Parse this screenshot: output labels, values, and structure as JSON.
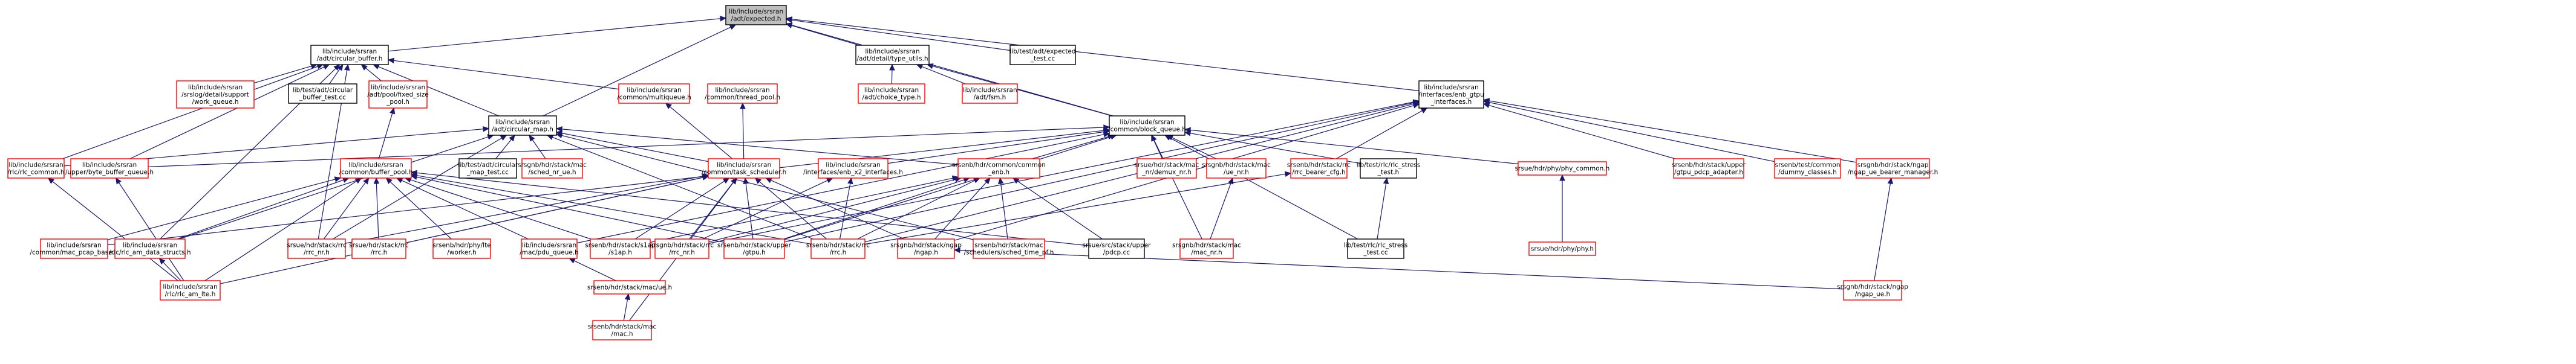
{
  "colors": {
    "root_fill": "#bfbfbf",
    "root_border": "#000000",
    "normal_border": "#000000",
    "missing_border": "#ff0000",
    "node_fill": "#ffffff",
    "edge": "#191970",
    "text": "#000000"
  },
  "nodes": [
    {
      "id": "expected",
      "lines": [
        "lib/include/srsran",
        "/adt/expected.h"
      ],
      "kind": "root"
    },
    {
      "id": "circbuf",
      "lines": [
        "lib/include/srsran",
        "/adt/circular_buffer.h"
      ],
      "kind": "normal"
    },
    {
      "id": "typeutils",
      "lines": [
        "lib/include/srsran",
        "/adt/detail/type_utils.h"
      ],
      "kind": "normal"
    },
    {
      "id": "exptest",
      "lines": [
        "lib/test/adt/expected",
        "_test.cc"
      ],
      "kind": "normal"
    },
    {
      "id": "blockqueue",
      "lines": [
        "lib/include/srsran",
        "/common/block_queue.h"
      ],
      "kind": "normal"
    },
    {
      "id": "enbgtpu",
      "lines": [
        "lib/include/srsran",
        "/interfaces/enb_gtpu",
        "_interfaces.h"
      ],
      "kind": "normal"
    },
    {
      "id": "workqueue",
      "lines": [
        "lib/include/srsran",
        "/srslog/detail/support",
        "/work_queue.h"
      ],
      "kind": "missing"
    },
    {
      "id": "circbuftest",
      "lines": [
        "lib/test/adt/circular",
        "_buffer_test.cc"
      ],
      "kind": "normal"
    },
    {
      "id": "fixedpool",
      "lines": [
        "lib/include/srsran",
        "/adt/pool/fixed_size",
        "_pool.h"
      ],
      "kind": "missing"
    },
    {
      "id": "circmap",
      "lines": [
        "lib/include/srsran",
        "/adt/circular_map.h"
      ],
      "kind": "normal"
    },
    {
      "id": "multiqueue",
      "lines": [
        "lib/include/srsran",
        "/common/multiqueue.h"
      ],
      "kind": "missing"
    },
    {
      "id": "threadpool",
      "lines": [
        "lib/include/srsran",
        "/common/thread_pool.h"
      ],
      "kind": "missing"
    },
    {
      "id": "choicetype",
      "lines": [
        "lib/include/srsran",
        "/adt/choice_type.h"
      ],
      "kind": "missing"
    },
    {
      "id": "fsm",
      "lines": [
        "lib/include/srsran",
        "/adt/fsm.h"
      ],
      "kind": "missing"
    },
    {
      "id": "rlccommon",
      "lines": [
        "lib/include/srsran",
        "/rlc/rlc_common.h"
      ],
      "kind": "missing"
    },
    {
      "id": "bytebuf",
      "lines": [
        "lib/include/srsran",
        "/upper/byte_buffer_queue.h"
      ],
      "kind": "missing"
    },
    {
      "id": "bufferpool",
      "lines": [
        "lib/include/srsran",
        "/common/buffer_pool.h"
      ],
      "kind": "missing"
    },
    {
      "id": "circmaptest",
      "lines": [
        "lib/test/adt/circular",
        "_map_test.cc"
      ],
      "kind": "normal"
    },
    {
      "id": "schednrue",
      "lines": [
        "srsgnb/hdr/stack/mac",
        "/sched_nr_ue.h"
      ],
      "kind": "missing"
    },
    {
      "id": "taskscheduler",
      "lines": [
        "lib/include/srsran",
        "/common/task_scheduler.h"
      ],
      "kind": "missing"
    },
    {
      "id": "enbx2",
      "lines": [
        "lib/include/srsran",
        "/interfaces/enb_x2_interfaces.h"
      ],
      "kind": "missing"
    },
    {
      "id": "commonenb",
      "lines": [
        "srsenb/hdr/common/common",
        "_enb.h"
      ],
      "kind": "missing"
    },
    {
      "id": "demux",
      "lines": [
        "srsue/hdr/stack/mac",
        "_nr/demux_nr.h"
      ],
      "kind": "missing"
    },
    {
      "id": "uenr",
      "lines": [
        "srsgnb/hdr/stack/mac",
        "/ue_nr.h"
      ],
      "kind": "missing"
    },
    {
      "id": "rlcbearer",
      "lines": [
        "srsenb/hdr/stack/rrc",
        "/rrc_bearer_cfg.h"
      ],
      "kind": "missing"
    },
    {
      "id": "rlcstresstest",
      "lines": [
        "lib/test/rlc/rlc_stress",
        "_test.h"
      ],
      "kind": "normal"
    },
    {
      "id": "phycommon",
      "lines": [
        "srsue/hdr/phy/phy_common.h"
      ],
      "kind": "missing"
    },
    {
      "id": "pdcpadapter",
      "lines": [
        "srsenb/hdr/stack/upper",
        "/gtpu_pdcp_adapter.h"
      ],
      "kind": "missing"
    },
    {
      "id": "dummyclasses",
      "lines": [
        "srsenb/test/common",
        "/dummy_classes.h"
      ],
      "kind": "missing"
    },
    {
      "id": "ngapbearer",
      "lines": [
        "srsgnb/hdr/stack/ngap",
        "/ngap_ue_bearer_manager.h"
      ],
      "kind": "missing"
    },
    {
      "id": "macpcap",
      "lines": [
        "lib/include/srsran",
        "/common/mac_pcap_base.h"
      ],
      "kind": "missing"
    },
    {
      "id": "rlcamds",
      "lines": [
        "lib/include/srsran",
        "/rlc/rlc_am_data_structs.h"
      ],
      "kind": "missing"
    },
    {
      "id": "rrcnr",
      "lines": [
        "srsue/hdr/stack/rrc",
        "/rrc_nr.h"
      ],
      "kind": "missing"
    },
    {
      "id": "rrcue",
      "lines": [
        "srsue/hdr/stack/rrc",
        "/rrc.h"
      ],
      "kind": "missing"
    },
    {
      "id": "enbworker",
      "lines": [
        "srsenb/hdr/phy/lte",
        "/worker.h"
      ],
      "kind": "missing"
    },
    {
      "id": "macpduqueue",
      "lines": [
        "lib/include/srsran",
        "/mac/pdu_queue.h"
      ],
      "kind": "missing"
    },
    {
      "id": "s1ap",
      "lines": [
        "srsenb/hdr/stack/s1ap",
        "/s1ap.h"
      ],
      "kind": "missing"
    },
    {
      "id": "rrcnrgnb",
      "lines": [
        "srsgnb/hdr/stack/rrc",
        "/rrc_nr.h"
      ],
      "kind": "missing"
    },
    {
      "id": "gtpu",
      "lines": [
        "srsenb/hdr/stack/upper",
        "/gtpu.h"
      ],
      "kind": "missing"
    },
    {
      "id": "rrcenb",
      "lines": [
        "srsenb/hdr/stack/rrc",
        "/rrc.h"
      ],
      "kind": "missing"
    },
    {
      "id": "ngap",
      "lines": [
        "srsgnb/hdr/stack/ngap",
        "/ngap.h"
      ],
      "kind": "missing"
    },
    {
      "id": "schedtimepf",
      "lines": [
        "srsenb/hdr/stack/mac",
        "/schedulers/sched_time_pf.h"
      ],
      "kind": "missing"
    },
    {
      "id": "macnr",
      "lines": [
        "srsgnb/hdr/stack/mac",
        "/mac_nr.h"
      ],
      "kind": "missing"
    },
    {
      "id": "pdcpupper",
      "lines": [
        "srsue/src/stack/upper",
        "/pdcp.cc"
      ],
      "kind": "normal"
    },
    {
      "id": "rlcstresscc",
      "lines": [
        "lib/test/rlc/rlc_stress",
        "_test.cc"
      ],
      "kind": "normal"
    },
    {
      "id": "phyh",
      "lines": [
        "srsue/hdr/phy/phy.h"
      ],
      "kind": "missing"
    },
    {
      "id": "rlcamlte",
      "lines": [
        "lib/include/srsran",
        "/rlc/rlc_am_lte.h"
      ],
      "kind": "missing"
    },
    {
      "id": "ueh",
      "lines": [
        "srsenb/hdr/stack/mac/ue.h"
      ],
      "kind": "missing"
    },
    {
      "id": "ngapue",
      "lines": [
        "srsgnb/hdr/stack/ngap",
        "/ngap_ue.h"
      ],
      "kind": "missing"
    },
    {
      "id": "mach",
      "lines": [
        "srsenb/hdr/stack/mac",
        "/mac.h"
      ],
      "kind": "missing"
    }
  ]
}
